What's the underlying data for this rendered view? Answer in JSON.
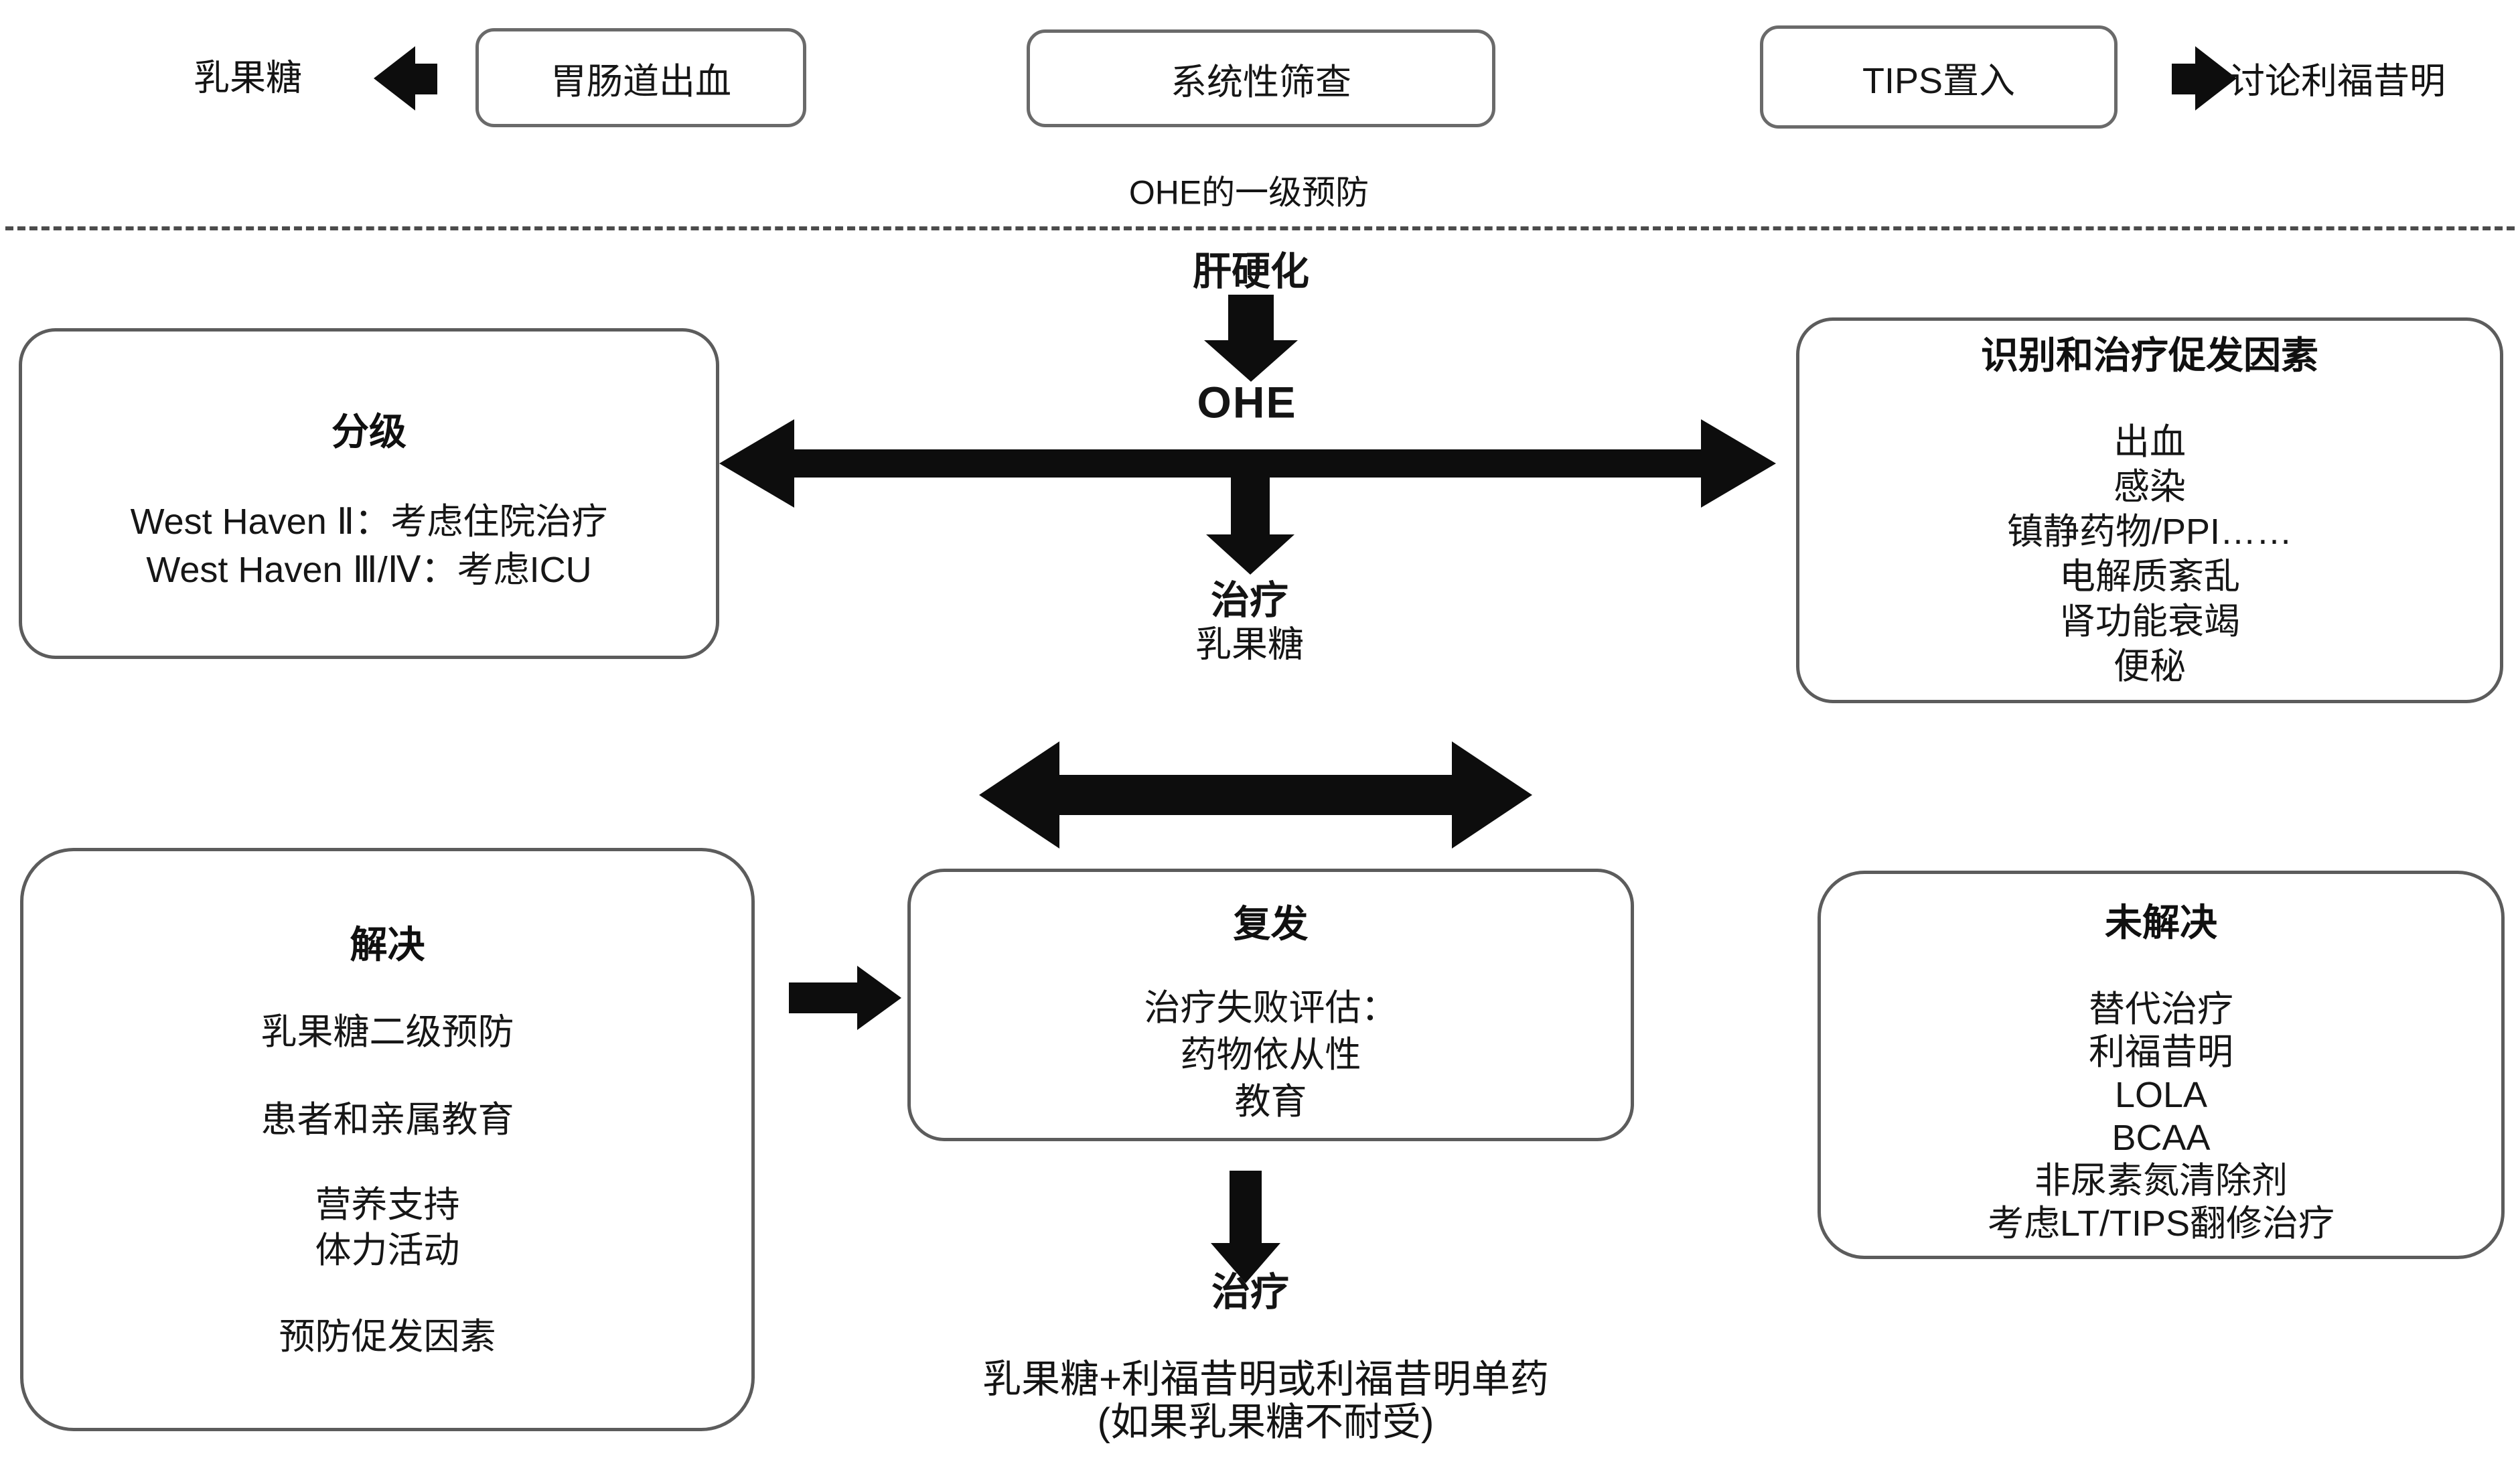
{
  "colors": {
    "arrow": "#0d0d0d",
    "box_border": "#5c5c5c",
    "text": "#161616"
  },
  "top_row": {
    "lactulose": "乳果糖",
    "gi_bleed": "胃肠道出血",
    "screening": "系统性筛查",
    "tips": "TIPS置入",
    "rifaximin": "讨论利福昔明"
  },
  "divider_caption": "OHE的一级预防",
  "flow": {
    "cirrhosis": "肝硬化",
    "ohe": "OHE",
    "treat1_title": "治疗",
    "treat1_text": "乳果糖",
    "treat2_title": "治疗",
    "treat2_line1": "乳果糖+利福昔明或利福昔明单药",
    "treat2_line2": "(如果乳果糖不耐受)"
  },
  "grading": {
    "title": "分级",
    "line1": "West Haven Ⅱ：考虑住院治疗",
    "line2": "West Haven Ⅲ/Ⅳ：考虑ICU"
  },
  "triggers": {
    "title": "识别和治疗促发因素",
    "items": [
      "出血",
      "感染",
      "镇静药物/PPI……",
      "电解质紊乱",
      "肾功能衰竭",
      "便秘"
    ]
  },
  "relapse": {
    "title": "复发",
    "line1": "治疗失败评估：",
    "line2": "药物依从性",
    "line3": "教育"
  },
  "resolved": {
    "title": "解决",
    "item1": "乳果糖二级预防",
    "item2": "患者和亲属教育",
    "item3": "营养支持",
    "item4": "体力活动",
    "item5": "预防促发因素"
  },
  "unresolved": {
    "title": "未解决",
    "items": [
      "替代治疗",
      "利福昔明",
      "LOLA",
      "BCAA",
      "非尿素氮清除剂",
      "考虑LT/TIPS翻修治疗"
    ]
  }
}
